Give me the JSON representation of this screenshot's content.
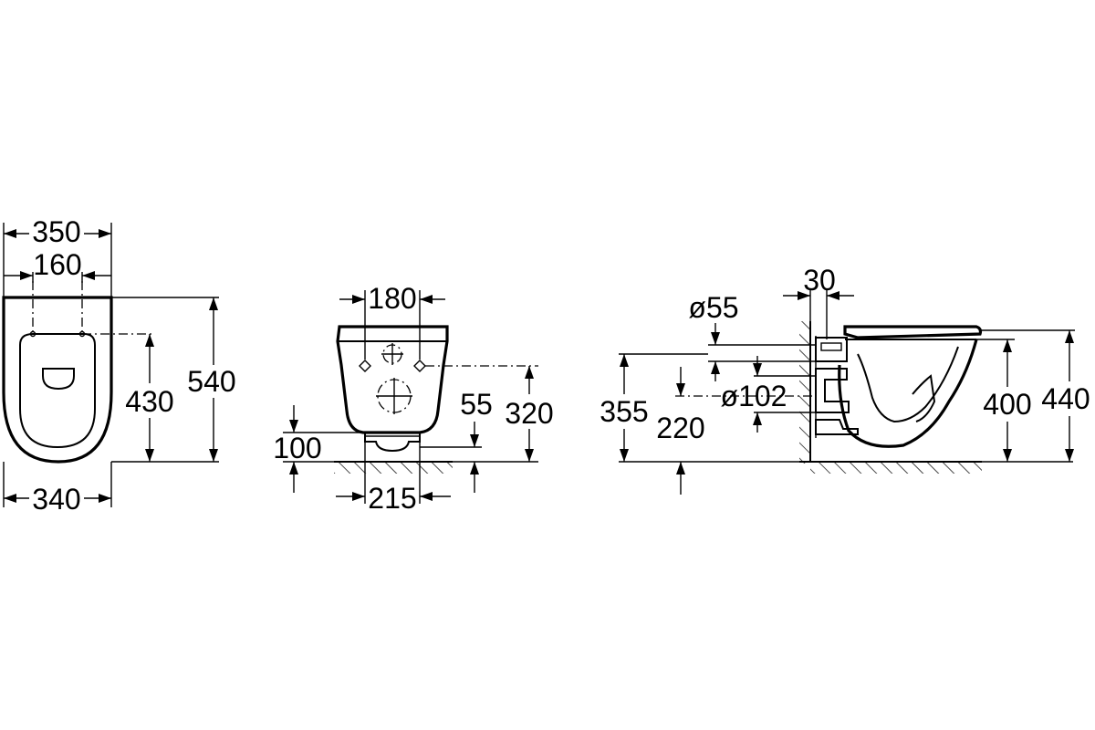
{
  "top_view": {
    "width_outer": "350",
    "width_fixing": "160",
    "depth_fixing": "430",
    "depth_total": "540",
    "width_bottom": "340"
  },
  "rear_view": {
    "fixing_spacing": "180",
    "floor_clearance": "100",
    "outlet_height": "55",
    "fixing_height": "320",
    "outlet_width": "215"
  },
  "side_view": {
    "wall_offset": "30",
    "inlet_diameter": "ø55",
    "inlet_height": "355",
    "outlet_height": "220",
    "outlet_diameter": "ø102",
    "rim_height": "400",
    "seat_height": "440"
  }
}
